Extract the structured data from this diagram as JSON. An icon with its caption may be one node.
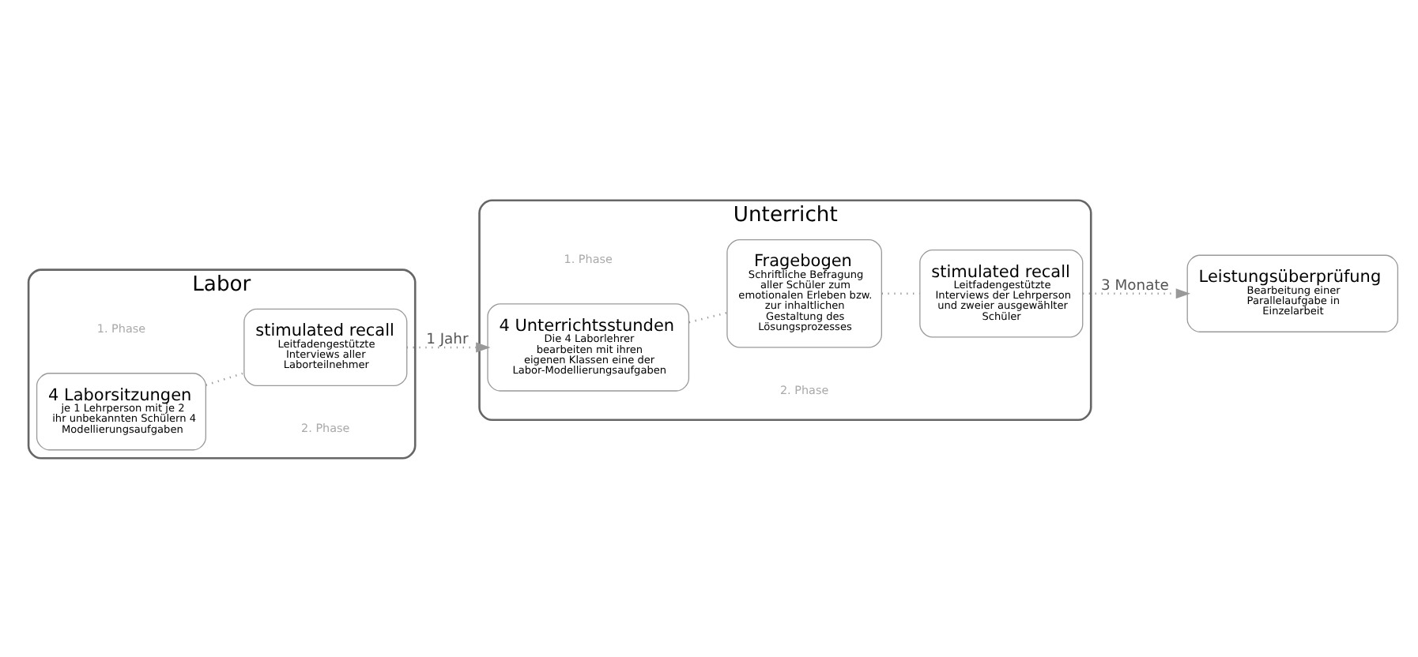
{
  "diagram": {
    "nodes": [
      {
        "text": [
          "Labor"
        ]
      },
      {
        "text": [
          "4 Laborsitzungen",
          "je 1 Lehrperson mit je 2 ihr unbekannten Schülern 4 Modellierungsaufgaben"
        ],
        "in": 0
      },
      {
        "text": [
          "stimulated recall",
          "Leitfadengestützte Interviews aller Laborteilnehmer"
        ],
        "in": 0
      },
      {
        "text": [
          "Unterricht"
        ]
      },
      {
        "text": [
          "4 Unterrichtsstunden",
          "Die 4 Laborlehrer bearbeiten mit ihren eigenen Klassen eine der Labor-Modellierungsaufgaben"
        ],
        "in": 3
      },
      {
        "text": [
          "Fragebogen",
          "Schriftliche Befragung aller Schüler zum emotionalen Erleben bzw. zur inhaltlichen Gestaltung des Lösungsprozesses"
        ],
        "in": 3
      },
      {
        "text": [
          "stimulated recall",
          "Leitfadengestützte Interviews der Lehrperson und zweier ausgewählter Schüler"
        ],
        "in": 3
      },
      {
        "text": [
          "Leistungsüberprüfung",
          "Bearbeitung einer Parallelaufgabe in Einzelarbeit"
        ]
      }
    ],
    "edges": [
      {
        "from": 1,
        "to": 2,
        "arrow": "none"
      },
      {
        "from": 2,
        "to": 4,
        "arrow": "to",
        "label": "1 Jahr"
      },
      {
        "from": 4,
        "to": 5,
        "arrow": "none"
      },
      {
        "from": 5,
        "to": 6,
        "arrow": "none"
      },
      {
        "from": 6,
        "to": 7,
        "arrow": "to",
        "label": "3 Monate"
      }
    ],
    "labels": [
      "1. Phase",
      "2. Phase",
      "1. Phase",
      "2. Phase"
    ]
  }
}
